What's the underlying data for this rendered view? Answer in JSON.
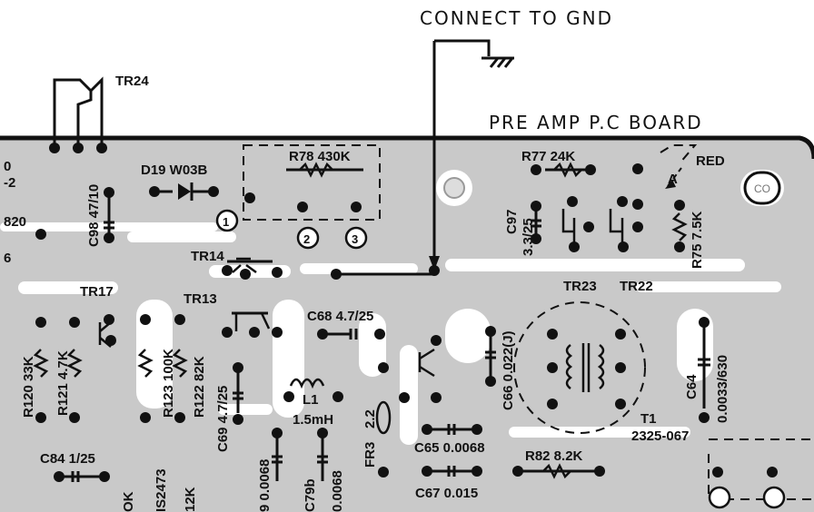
{
  "header": {
    "connect_note": "CONNECT TO GND",
    "board_name": "PRE AMP P.C BOARD"
  },
  "labels": {
    "tr24": "TR24",
    "d19": "D19 W03B",
    "r78": "R78 430K",
    "r77": "R77 24K",
    "red": "RED",
    "a": "A",
    "c97a": "C97",
    "c97b": "3.3/25",
    "r75": "R75 7.5K",
    "c98": "C98 47/10",
    "tr14": "TR14",
    "tr17": "TR17",
    "tr13": "TR13",
    "c68": "C68 4.7/25",
    "tr23": "TR23",
    "tr22": "TR22",
    "r120": "R120 33K",
    "r121": "R121 4.7K",
    "r123": "R123 100K",
    "r122": "R122 82K",
    "l1a": "L1",
    "l1b": "1.5mH",
    "c69": "C69 4.7/25",
    "fr3": "FR3",
    "v22": "2.2",
    "c66": "C66 0.022(J)",
    "c64a": "C64",
    "c64b": "0.0033/630",
    "t1": "T1",
    "t1part": "2325-067",
    "c65": "C65 0.0068",
    "c67": "C67 0.015",
    "r82": "R82 8.2K",
    "c84": "C84 1/25",
    "c79b": "C79b",
    "v0068a": "9 0.0068",
    "v0068b": "0.0068",
    "is2473": "IS2473",
    "ok": "OK",
    "k12": "12K",
    "edge1": "0",
    "edge2": "-2",
    "edge3": "820",
    "edge4": "6",
    "n1": "1",
    "n2": "2",
    "n3": "3"
  },
  "colors": {
    "board": "#c9c9c9",
    "ink": "#111111",
    "paper": "#ffffff"
  }
}
